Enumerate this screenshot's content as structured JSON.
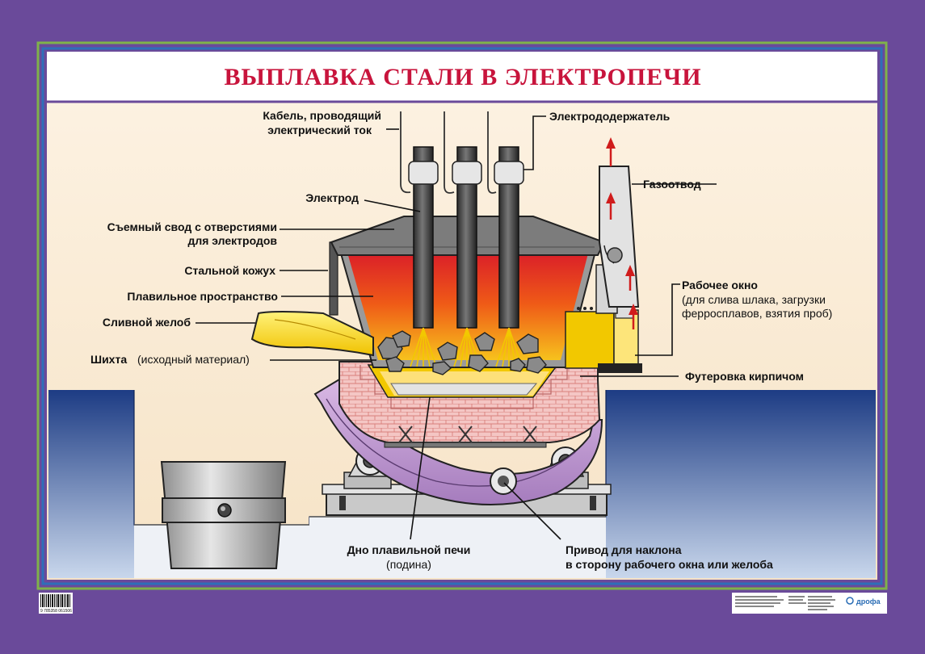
{
  "title": "ВЫПЛАВКА СТАЛИ В ЭЛЕКТРОПЕЧИ",
  "labels": {
    "cable_1": "Кабель, проводящий",
    "cable_2": "электрический ток",
    "electrode_holder": "Электрододержатель",
    "gas_outlet": "Газоотвод",
    "electrode": "Электрод",
    "roof_1": "Съемный свод с отверстиями",
    "roof_2": "для электродов",
    "steel_shell": "Стальной кожух",
    "melting_space": "Плавильное пространство",
    "spout": "Сливной желоб",
    "charge_bold": "Шихта",
    "charge_note": "(исходный материал)",
    "work_window": "Рабочее окно",
    "work_window_note_1": "(для слива шлака, загрузки",
    "work_window_note_2": "ферросплавов, взятия проб)",
    "brick_lining": "Футеровка кирпичом",
    "bottom_1": "Дно плавильной печи",
    "bottom_2": "(подина)",
    "tilt_drive_1": "Привод для наклона",
    "tilt_drive_2": "в сторону рабочего окна или желоба"
  },
  "footer": {
    "barcode_number": "9 785358 061506",
    "publisher": "дрофа"
  },
  "colors": {
    "frame": "#6a4a9a",
    "title": "#c8143c",
    "backdrop": "#fbeedd",
    "floor": "#1f3f86",
    "steel": "#8a8a8a",
    "brick": "#f3c3c3",
    "slag": "#f2c800",
    "molten": "#e8461d"
  }
}
